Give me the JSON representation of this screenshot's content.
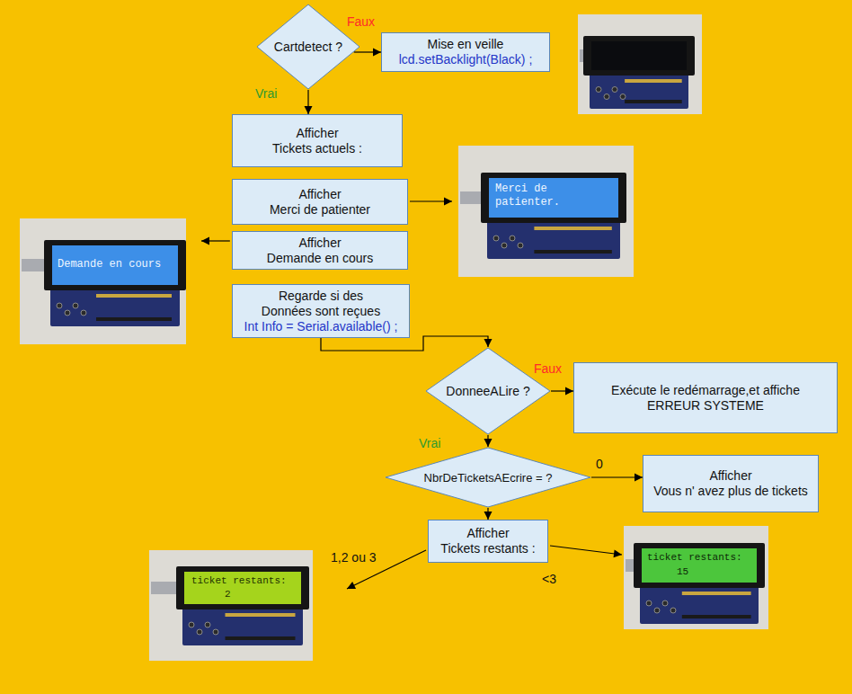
{
  "diagram": {
    "nodes": [
      {
        "text": [
          "Cartdetect ?"
        ]
      },
      {
        "text": [
          "Mise en veille",
          "lcd.setBacklight(Black) ;"
        ]
      },
      {
        "text": [
          "Afficher Tickets actuels :"
        ]
      },
      {
        "text": [
          "Afficher Merci de patienter"
        ]
      },
      {
        "text": [
          "Afficher Demande en cours"
        ]
      },
      {
        "text": [
          "Regarde si des Données sont reçues",
          "Int Info = Serial.available() ;"
        ]
      },
      {
        "text": [
          "DonneeALire ?"
        ]
      },
      {
        "text": [
          "Exécute le redémarrage,et affiche ERREUR SYSTEME"
        ]
      },
      {
        "text": [
          "NbrDeTicketsAEcrire = ?"
        ]
      },
      {
        "text": [
          "Afficher Vous n' avez plus de tickets"
        ]
      },
      {
        "text": [
          "Afficher Tickets restants :"
        ]
      }
    ],
    "edges": [
      {
        "from": 0,
        "to": 1,
        "label": "Faux",
        "arrow": "to"
      },
      {
        "from": 0,
        "to": 2,
        "label": "Vrai",
        "arrow": "to"
      },
      {
        "from": 5,
        "to": 6,
        "arrow": "to"
      },
      {
        "from": 6,
        "to": 7,
        "label": "Faux",
        "arrow": "to"
      },
      {
        "from": 6,
        "to": 8,
        "label": "Vrai",
        "arrow": "to"
      },
      {
        "from": 8,
        "to": 9,
        "label": "0",
        "arrow": "to"
      },
      {
        "from": 8,
        "to": 10,
        "arrow": "to"
      }
    ],
    "labels": [
      "Merci de patienter.",
      "Demande en cours",
      "1,2 ou 3",
      "<3",
      "ticket restants:",
      "2",
      "ticket restants:",
      "15"
    ]
  }
}
